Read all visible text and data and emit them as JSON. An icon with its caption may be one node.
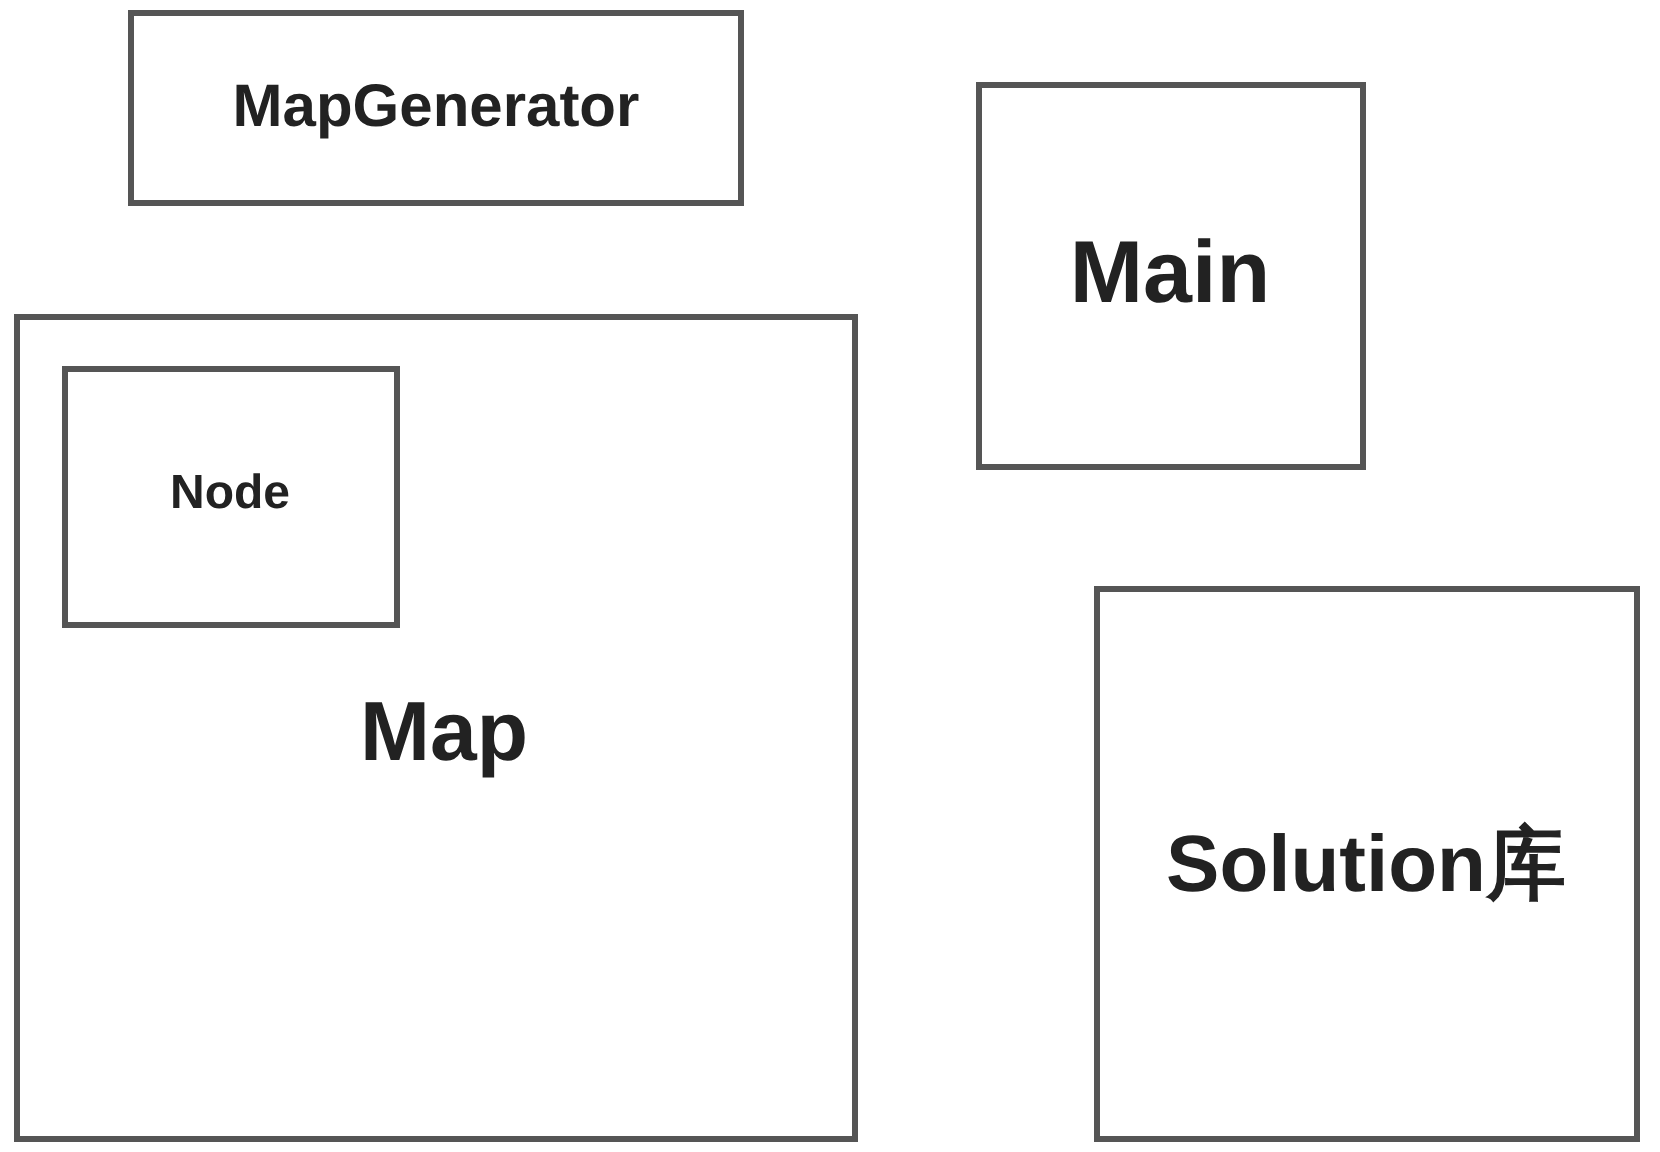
{
  "diagram": {
    "nodes": [
      {
        "text": [
          "MapGenerator"
        ]
      },
      {
        "text": [
          "Main"
        ]
      },
      {
        "text": [
          "Map"
        ]
      },
      {
        "text": [
          "Node"
        ],
        "in": 2
      },
      {
        "text": [
          "Solution库"
        ]
      }
    ]
  }
}
